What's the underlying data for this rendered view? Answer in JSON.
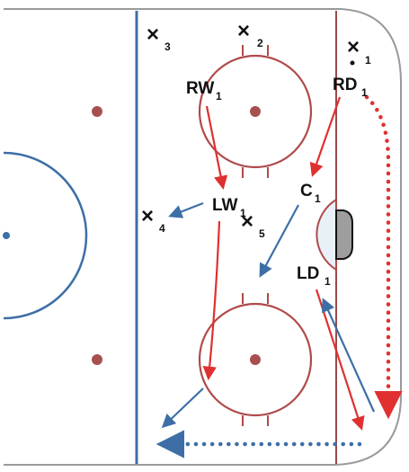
{
  "diagram": {
    "colors": {
      "board": "#9a4a4a",
      "blue_line": "#3d6fa6",
      "faceoff_circle": "#b04a4a",
      "faceoff_dot": "#a85050",
      "center_circle": "#3d6fa6",
      "crease_fill": "#e8f1f8",
      "goal_fill": "#9e9e9e",
      "red_arrow": "#e03030",
      "blue_arrow": "#3d6fa6"
    },
    "players": [
      {
        "name": "RW",
        "sub": "1"
      },
      {
        "name": "RD",
        "sub": "1"
      },
      {
        "name": "LW",
        "sub": "1"
      },
      {
        "name": "C",
        "sub": "1"
      },
      {
        "name": "LD",
        "sub": "1"
      }
    ],
    "opponents": [
      {
        "mark": "×",
        "sub": "1"
      },
      {
        "mark": "×",
        "sub": "2"
      },
      {
        "mark": "×",
        "sub": "3"
      },
      {
        "mark": "×",
        "sub": "4"
      },
      {
        "mark": "×",
        "sub": "5"
      }
    ]
  }
}
